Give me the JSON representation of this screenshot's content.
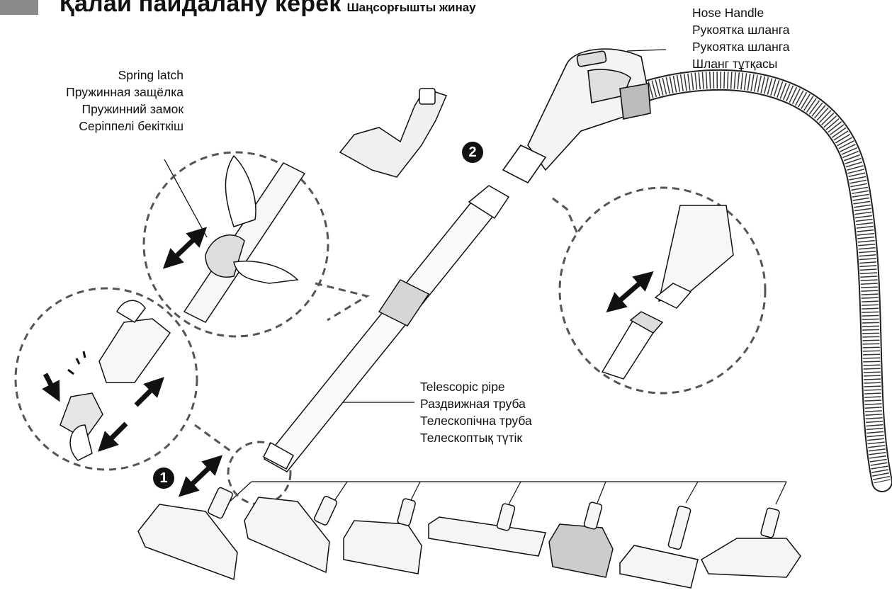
{
  "header": {
    "title": "Қалай пайдалану керек",
    "subtitle": "Шаңсорғышты жинау"
  },
  "labels": {
    "spring_latch": [
      "Spring latch",
      "Пружинная защёлка",
      "Пружинний замок",
      "Серіппелі бекіткіш"
    ],
    "hose_handle": [
      "Hose Handle",
      "Рукоятка шланга",
      "Рукоятка шланга",
      "Шланг тұтқасы"
    ],
    "telescopic_pipe": [
      "Telescopic pipe",
      "Раздвижная труба",
      "Телескопічна труба",
      "Телескоптық түтік"
    ]
  },
  "steps": [
    "1",
    "2"
  ],
  "nozzles": [
    "floor-nozzle-large",
    "floor-nozzle",
    "turbo-brush",
    "parquet-brush",
    "mini-turbo-brush",
    "slim-floor-nozzle",
    "pet-brush"
  ]
}
